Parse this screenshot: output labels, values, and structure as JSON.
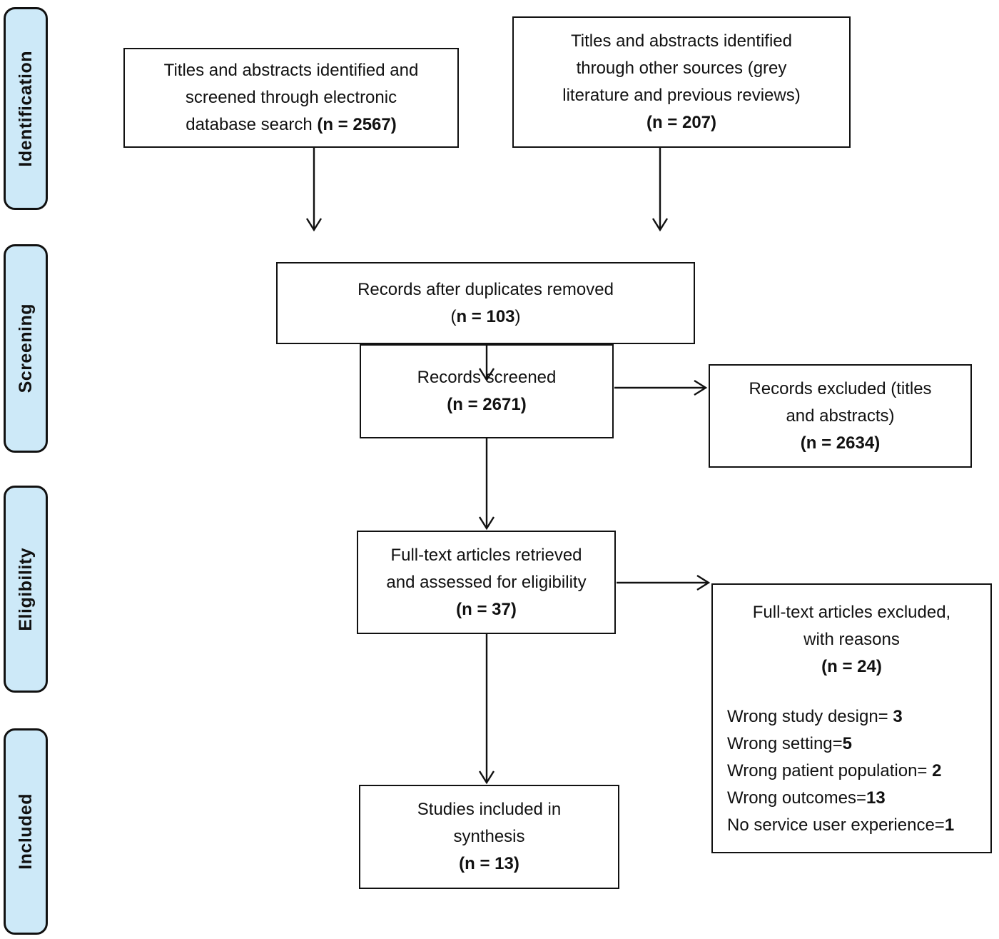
{
  "diagram": {
    "type": "prisma-flow-diagram"
  },
  "colors": {
    "stage_fill": "#cde9f8",
    "line": "#111111",
    "box_fill": "#ffffff"
  },
  "sidebar": {
    "stages": [
      {
        "label": "Identification"
      },
      {
        "label": "Screening"
      },
      {
        "label": "Eligibility"
      },
      {
        "label": "Included"
      }
    ]
  },
  "boxes": {
    "identified_database": {
      "line1": "Titles and abstracts identified and",
      "line2": "screened through electronic",
      "line3": "database search ",
      "line3_bold": "(n = 2567)"
    },
    "identified_other": {
      "line1": "Titles and abstracts identified",
      "line2": "through other sources (grey",
      "line3": "literature and previous reviews)",
      "line4_bold": "(n = 207)"
    },
    "duplicates_removed": {
      "line1": "Records after duplicates removed",
      "n_open": "(",
      "n_bold": "n = 103",
      "n_close": ")"
    },
    "records_screened": {
      "line1": "Records screened",
      "line2_bold": "(n = 2671)"
    },
    "records_excluded": {
      "line1": "Records excluded (titles",
      "line2": "and abstracts)",
      "line3_bold": "(n = 2634)"
    },
    "fulltext_assessed": {
      "line1": "Full-text articles retrieved",
      "line2": "and assessed for eligibility",
      "line3_bold": "(n = 37)"
    },
    "fulltext_excluded": {
      "line1": "Full-text articles excluded,",
      "line2": "with reasons",
      "line3_bold": "(n = 24)",
      "reasons": [
        {
          "label": "Wrong study design= ",
          "value": "3"
        },
        {
          "label": "Wrong setting=",
          "value": "5"
        },
        {
          "label": "Wrong patient population= ",
          "value": "2"
        },
        {
          "label": "Wrong outcomes=",
          "value": "13"
        },
        {
          "label": "No service user experience=",
          "value": "1"
        }
      ]
    },
    "included_synthesis": {
      "line1": "Studies included in",
      "line2": "synthesis",
      "line3_bold": "(n = 13)"
    }
  }
}
